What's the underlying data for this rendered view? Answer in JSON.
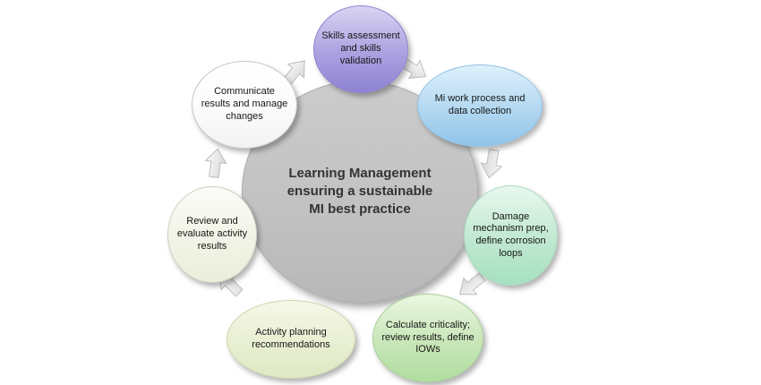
{
  "center": {
    "lines": [
      "Learning Management",
      "ensuring a sustainable",
      "MI best practice"
    ],
    "fill": "#c2c2c2"
  },
  "nodes": {
    "skills": {
      "label": "Skills assessment and skills validation",
      "fill_top": "#d8d4f2",
      "fill_bottom": "#8e83d3"
    },
    "mi_work": {
      "label": "Mi work process and data collection",
      "fill_top": "#def0fc",
      "fill_bottom": "#90c4ea"
    },
    "damage": {
      "label": "Damage mechanism prep, define corrosion loops",
      "fill_top": "#e8f8ef",
      "fill_bottom": "#a6e0c1"
    },
    "calculate": {
      "label": "Calculate criticality; review results, define IOWs",
      "fill_top": "#eaf7e1",
      "fill_bottom": "#b0dda0"
    },
    "activity": {
      "label": "Activity planning recommendations",
      "fill_top": "#f6f8e8",
      "fill_bottom": "#dfe9c4"
    },
    "review": {
      "label": "Review and evaluate activity results",
      "fill_top": "#fcfcf8",
      "fill_bottom": "#ebeeda"
    },
    "communicate": {
      "label": "Communicate results and manage changes",
      "fill_top": "#ffffff",
      "fill_bottom": "#f2f2f2"
    }
  },
  "arrows": {
    "fill": "#ececec",
    "stroke": "#bfbfbf",
    "count": 6,
    "direction": "clockwise"
  }
}
